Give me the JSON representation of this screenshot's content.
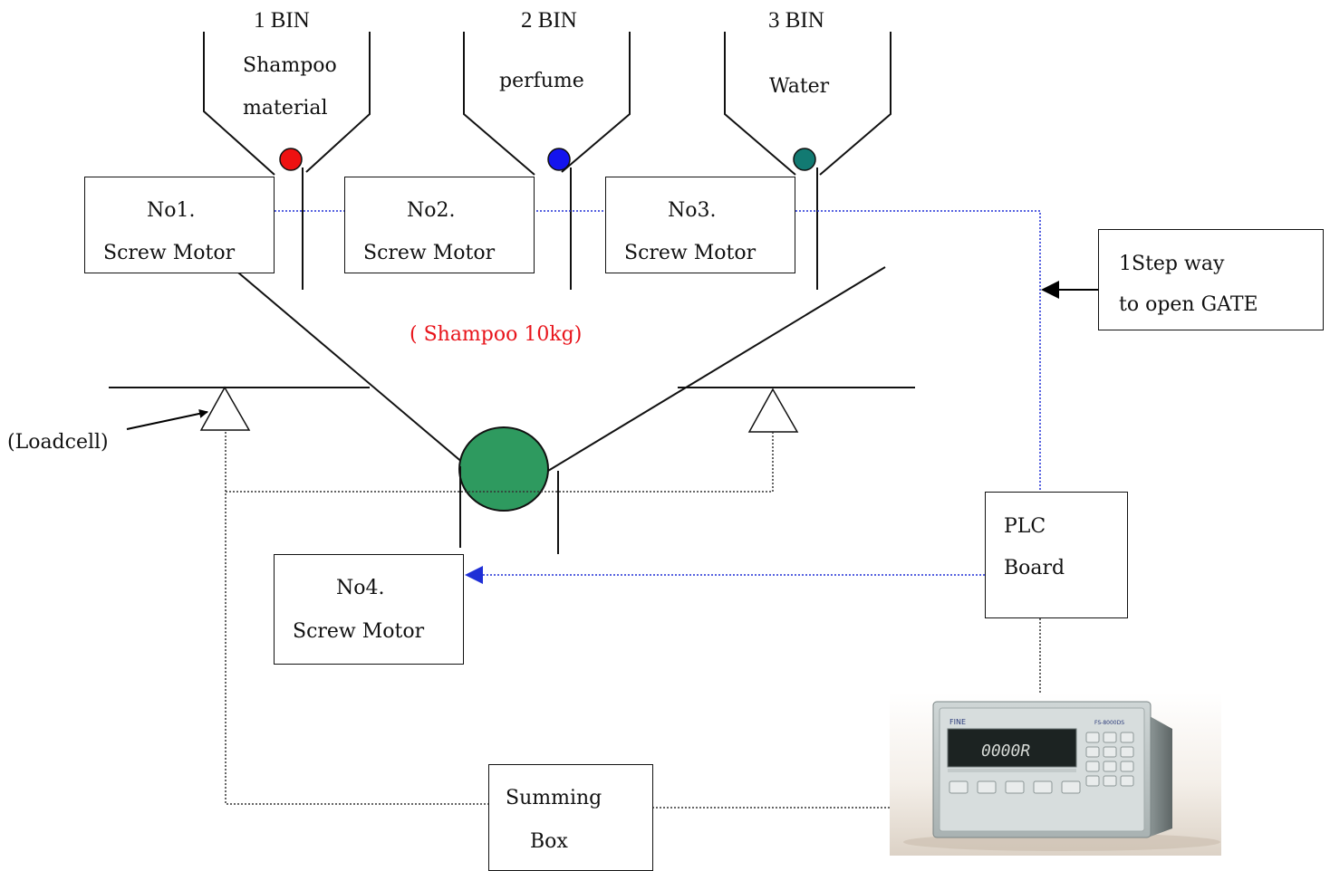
{
  "bins": [
    {
      "title": "1 BIN",
      "content_lines": [
        "Shampoo",
        "material"
      ],
      "valve_color": "#ee1111"
    },
    {
      "title": "2 BIN",
      "content_lines": [
        "perfume"
      ],
      "valve_color": "#1414ee"
    },
    {
      "title": "3 BIN",
      "content_lines": [
        "Water"
      ],
      "valve_color": "#127a72"
    }
  ],
  "motors": [
    {
      "line1": "No1.",
      "line2": "Screw Motor"
    },
    {
      "line1": "No2.",
      "line2": "Screw Motor"
    },
    {
      "line1": "No3.",
      "line2": "Screw Motor"
    },
    {
      "line1": "No4.",
      "line2": "Screw Motor"
    }
  ],
  "hopper_label": "( Shampoo 10kg)",
  "loadcell_label": "(Loadcell)",
  "gate_note": {
    "line1": "1Step way",
    "line2": "to open   GATE"
  },
  "plc": {
    "line1": "PLC",
    "line2": "Board"
  },
  "summing_box": {
    "line1": "Summing",
    "line2": "Box"
  },
  "colors": {
    "hopper_valve": "#2e9a5f",
    "signal_line": "#1f2fd6",
    "label_accent": "#e8141b"
  },
  "indicator": {
    "brand": "FINE",
    "model": "FS-8000DS",
    "display": "0000R"
  }
}
